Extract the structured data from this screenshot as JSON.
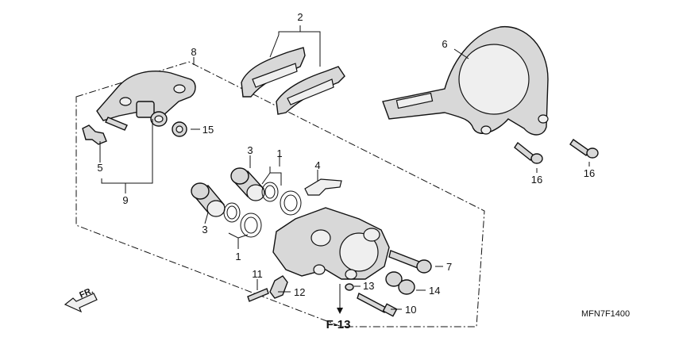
{
  "diagram": {
    "callouts": {
      "p1a": "1",
      "p1b": "1",
      "p2": "2",
      "p3a": "3",
      "p3b": "3",
      "p4": "4",
      "p5": "5",
      "p6": "6",
      "p7": "7",
      "p8": "8",
      "p9": "9",
      "p10": "10",
      "p11": "11",
      "p12": "12",
      "p13": "13",
      "p14": "14",
      "p15": "15",
      "p16a": "16",
      "p16b": "16"
    },
    "reference": "F-13",
    "front_arrow": "FR.",
    "diagram_code": "MFN7F1400"
  }
}
